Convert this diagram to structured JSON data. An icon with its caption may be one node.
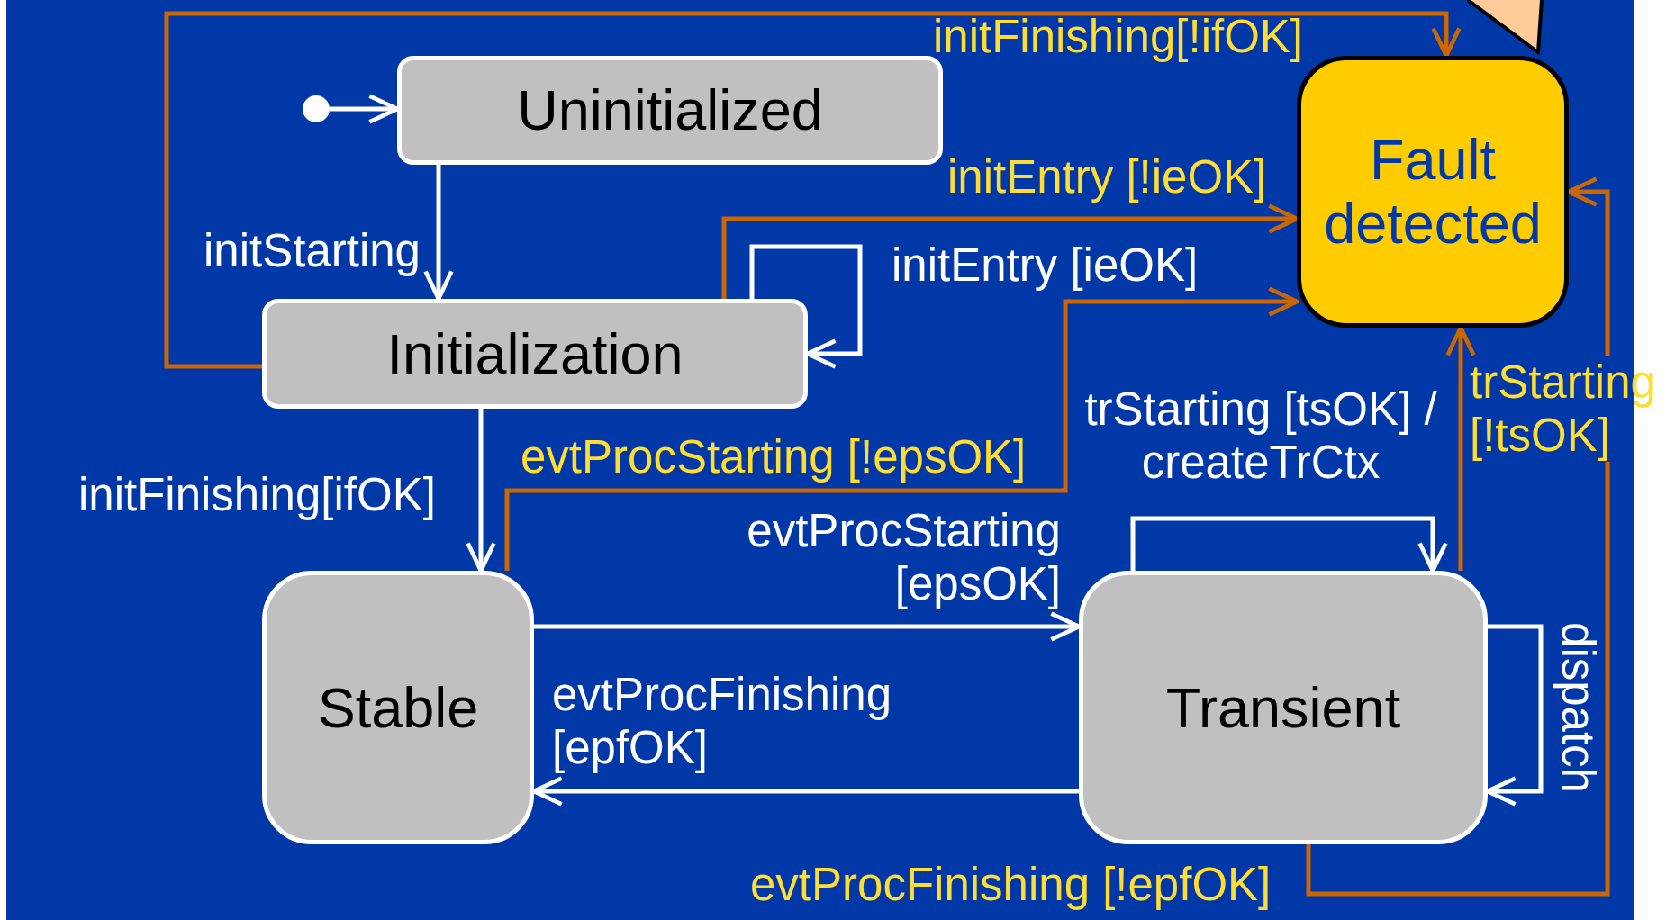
{
  "diagram": {
    "nodes": [
      {
        "text": [],
        "shape": "circle"
      },
      {
        "text": [
          "Uninitialized"
        ]
      },
      {
        "text": [
          "Initialization"
        ]
      },
      {
        "text": [
          "Fault detected"
        ]
      },
      {
        "text": [
          "Stable"
        ]
      },
      {
        "text": [
          "Transient"
        ]
      },
      {
        "text": [],
        "shape": "triangle"
      }
    ],
    "edges": [
      {
        "from": 0,
        "to": 1,
        "arrow": "to"
      },
      {
        "from": 1,
        "to": 2,
        "arrow": "to",
        "label": "initStarting"
      },
      {
        "from": 2,
        "to": 3,
        "arrow": "to",
        "label": "initFinishing[!ifOK]",
        "color": "#cc6600"
      },
      {
        "from": 2,
        "to": 3,
        "arrow": "to",
        "label": "initEntry [!ieOK]",
        "color": "#cc6600"
      },
      {
        "from": 2,
        "to": 2,
        "arrow": "to",
        "label": "initEntry [ieOK]"
      },
      {
        "from": 2,
        "to": 4,
        "arrow": "to",
        "label": "initFinishing[ifOK]"
      },
      {
        "from": 4,
        "to": 3,
        "arrow": "to",
        "label": "evtProcStarting [!epsOK]",
        "color": "#cc6600"
      },
      {
        "from": 4,
        "to": 5,
        "arrow": "to",
        "label": "evtProcStarting [epsOK]"
      },
      {
        "from": 5,
        "to": 4,
        "arrow": "to",
        "label": "evtProcFinishing [epfOK]"
      },
      {
        "from": 5,
        "to": 5,
        "arrow": "to",
        "label": "trStarting [tsOK] / createTrCtx"
      },
      {
        "from": 5,
        "to": 3,
        "arrow": "to",
        "label": "trStarting [!tsOK]",
        "color": "#cc6600"
      },
      {
        "from": 5,
        "to": 5,
        "arrow": "to",
        "label": "dispatch"
      },
      {
        "from": 5,
        "to": 3,
        "arrow": "to",
        "label": "evtProcFinishing [!epfOK]",
        "color": "#cc6600"
      }
    ]
  }
}
